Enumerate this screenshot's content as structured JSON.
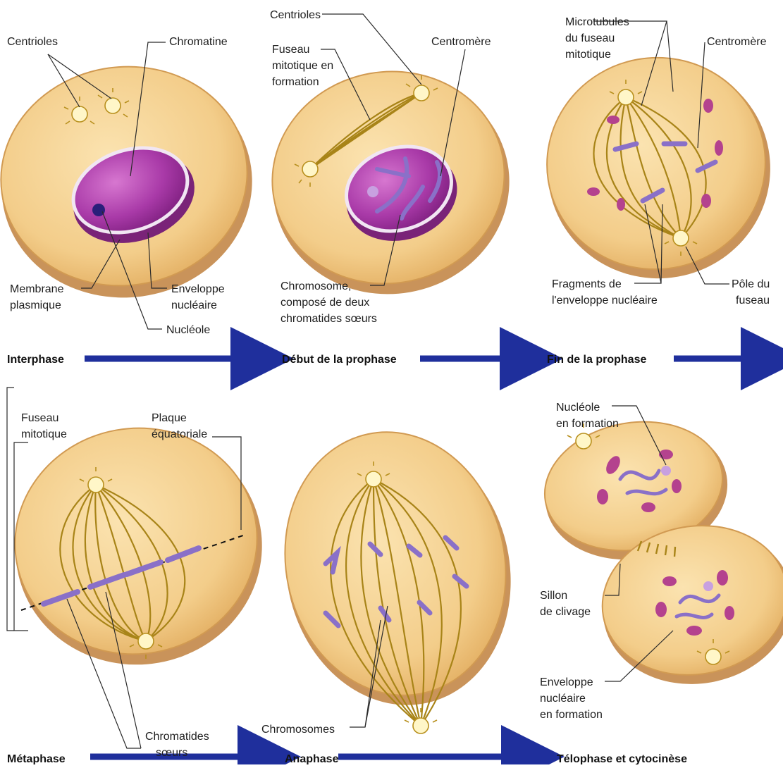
{
  "colors": {
    "cell_fill": "#f3cf8f",
    "cell_edge": "#d9a85a",
    "nucleus": "#a33aa5",
    "chromosome": "#8a70c8",
    "spindle": "#a88418",
    "centrosome": "#f7e69a",
    "arrow": "#1f2f9c",
    "fragment": "#b4428e"
  },
  "phases": {
    "interphase": "Interphase",
    "prophase_early": "Début de la prophase",
    "prophase_late": "Fin de la prophase",
    "metaphase": "Métaphase",
    "anaphase": "Anaphase",
    "telophase": "Télophase et cytocinèse"
  },
  "labels": {
    "centrioles": "Centrioles",
    "chromatine": "Chromatine",
    "membrane_l1": "Membrane",
    "membrane_l2": "plasmique",
    "enveloppe_l1": "Enveloppe",
    "enveloppe_l2": "nucléaire",
    "nucleole": "Nucléole",
    "centrioles2": "Centrioles",
    "fuseau_form_l1": "Fuseau",
    "fuseau_form_l2": "mitotique en",
    "fuseau_form_l3": "formation",
    "centromere": "Centromère",
    "chromosome_l1": "Chromosome,",
    "chromosome_l2": "composé de deux",
    "chromosome_l3": "chromatides sœurs",
    "microtubules_l1": "Microtubules",
    "microtubules_l2": "du fuseau",
    "microtubules_l3": "mitotique",
    "centromere2": "Centromère",
    "fragments_l1": "Fragments de",
    "fragments_l2": "l'enveloppe nucléaire",
    "pole_l1": "Pôle du",
    "pole_l2": "fuseau",
    "fuseau_mit_l1": "Fuseau",
    "fuseau_mit_l2": "mitotique",
    "plaque_l1": "Plaque",
    "plaque_l2": "équatoriale",
    "chromatides_l1": "Chromatides",
    "chromatides_l2": "sœurs",
    "chromosomes": "Chromosomes",
    "nucleole_form_l1": "Nucléole",
    "nucleole_form_l2": "en formation",
    "sillon_l1": "Sillon",
    "sillon_l2": "de clivage",
    "env_form_l1": "Enveloppe",
    "env_form_l2": "nucléaire",
    "env_form_l3": "en formation"
  }
}
